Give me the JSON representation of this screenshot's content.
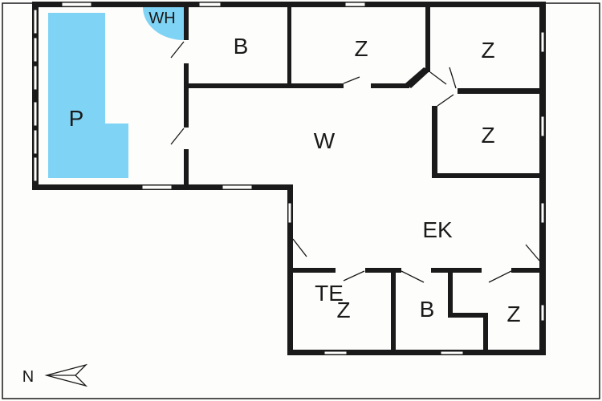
{
  "floorplan": {
    "rooms": {
      "pool": "P",
      "water_heater": "WH",
      "bath_top": "B",
      "room_top_1": "Z",
      "room_top_2": "Z",
      "living": "W",
      "room_right": "Z",
      "dining_kitchen": "EK",
      "te": "TE",
      "room_bottom_1": "Z",
      "bath_bottom": "B",
      "room_bottom_2": "Z"
    },
    "compass_label": "N",
    "colors": {
      "wall": "#1a1a1a",
      "pool": "#7fd3f5",
      "background": "#fdfdfb"
    }
  }
}
